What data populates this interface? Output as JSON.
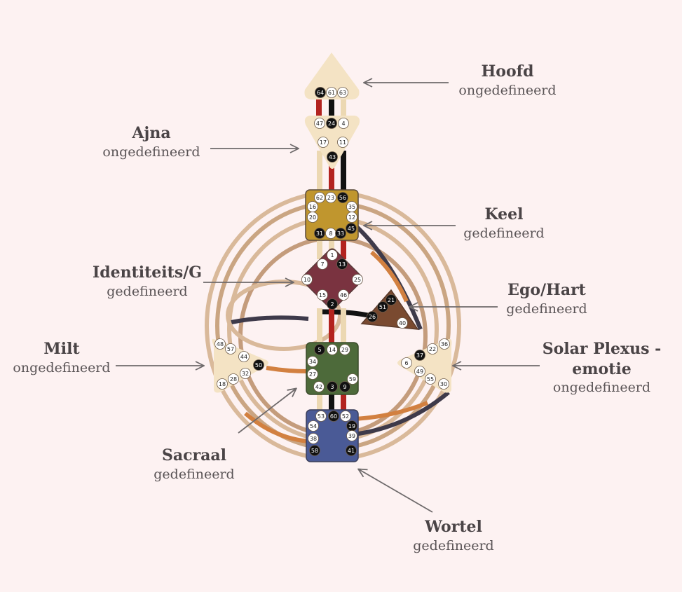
{
  "colors": {
    "background": "#fdf2f2",
    "center_cream": "#f4e3c4",
    "keel": "#c0962e",
    "identiteit": "#7a3340",
    "hart": "#7a4a30",
    "sacraal": "#4d6a3a",
    "wortel": "#4a5a96",
    "channel_red": "#b3231f",
    "channel_black": "#111111",
    "channel_cream": "#ecd8b2",
    "arrow": "#6e6a6b"
  },
  "centers": {
    "hoofd": {
      "name": "Hoofd",
      "status": "ongedefineerd",
      "gates": [
        {
          "n": "64",
          "active": true
        },
        {
          "n": "61",
          "active": false
        },
        {
          "n": "63",
          "active": false
        }
      ]
    },
    "ajna": {
      "name": "Ajna",
      "status": "ongedefineerd",
      "gates": [
        {
          "n": "47",
          "active": false
        },
        {
          "n": "24",
          "active": true
        },
        {
          "n": "4",
          "active": false
        },
        {
          "n": "17",
          "active": false
        },
        {
          "n": "11",
          "active": false
        },
        {
          "n": "43",
          "active": true
        }
      ]
    },
    "keel": {
      "name": "Keel",
      "status": "gedefineerd",
      "gates": [
        {
          "n": "62",
          "active": false
        },
        {
          "n": "23",
          "active": false
        },
        {
          "n": "56",
          "active": true
        },
        {
          "n": "16",
          "active": false
        },
        {
          "n": "35",
          "active": false
        },
        {
          "n": "20",
          "active": false
        },
        {
          "n": "12",
          "active": false
        },
        {
          "n": "45",
          "active": true
        },
        {
          "n": "31",
          "active": true
        },
        {
          "n": "8",
          "active": false
        },
        {
          "n": "33",
          "active": true
        }
      ]
    },
    "identiteit": {
      "name": "Identiteits/G",
      "status": "gedefineerd",
      "gates": [
        {
          "n": "1",
          "active": false
        },
        {
          "n": "7",
          "active": false
        },
        {
          "n": "13",
          "active": true
        },
        {
          "n": "10",
          "active": false
        },
        {
          "n": "25",
          "active": false
        },
        {
          "n": "15",
          "active": false
        },
        {
          "n": "46",
          "active": false
        },
        {
          "n": "2",
          "active": true
        }
      ]
    },
    "hart": {
      "name": "Ego/Hart",
      "status": "gedefineerd",
      "gates": [
        {
          "n": "21",
          "active": true
        },
        {
          "n": "51",
          "active": true
        },
        {
          "n": "26",
          "active": true
        },
        {
          "n": "40",
          "active": false
        }
      ]
    },
    "milt": {
      "name": "Milt",
      "status": "ongedefineerd",
      "gates": [
        {
          "n": "48",
          "active": false
        },
        {
          "n": "57",
          "active": false
        },
        {
          "n": "44",
          "active": false
        },
        {
          "n": "50",
          "active": true
        },
        {
          "n": "32",
          "active": false
        },
        {
          "n": "28",
          "active": false
        },
        {
          "n": "18",
          "active": false
        }
      ]
    },
    "solar": {
      "name": "Solar Plexus - emotie",
      "name_line1": "Solar Plexus -",
      "name_line2": "emotie",
      "status": "ongedefineerd",
      "gates": [
        {
          "n": "36",
          "active": false
        },
        {
          "n": "22",
          "active": false
        },
        {
          "n": "37",
          "active": true
        },
        {
          "n": "6",
          "active": false
        },
        {
          "n": "49",
          "active": false
        },
        {
          "n": "55",
          "active": false
        },
        {
          "n": "30",
          "active": false
        }
      ]
    },
    "sacraal": {
      "name": "Sacraal",
      "status": "gedefineerd",
      "gates": [
        {
          "n": "5",
          "active": true
        },
        {
          "n": "14",
          "active": false
        },
        {
          "n": "29",
          "active": false
        },
        {
          "n": "34",
          "active": false
        },
        {
          "n": "27",
          "active": false
        },
        {
          "n": "59",
          "active": false
        },
        {
          "n": "42",
          "active": false
        },
        {
          "n": "3",
          "active": true
        },
        {
          "n": "9",
          "active": true
        }
      ]
    },
    "wortel": {
      "name": "Wortel",
      "status": "gedefineerd",
      "gates": [
        {
          "n": "53",
          "active": false
        },
        {
          "n": "60",
          "active": true
        },
        {
          "n": "52",
          "active": false
        },
        {
          "n": "54",
          "active": false
        },
        {
          "n": "19",
          "active": true
        },
        {
          "n": "38",
          "active": false
        },
        {
          "n": "39",
          "active": false
        },
        {
          "n": "58",
          "active": true
        },
        {
          "n": "41",
          "active": true
        }
      ]
    }
  }
}
